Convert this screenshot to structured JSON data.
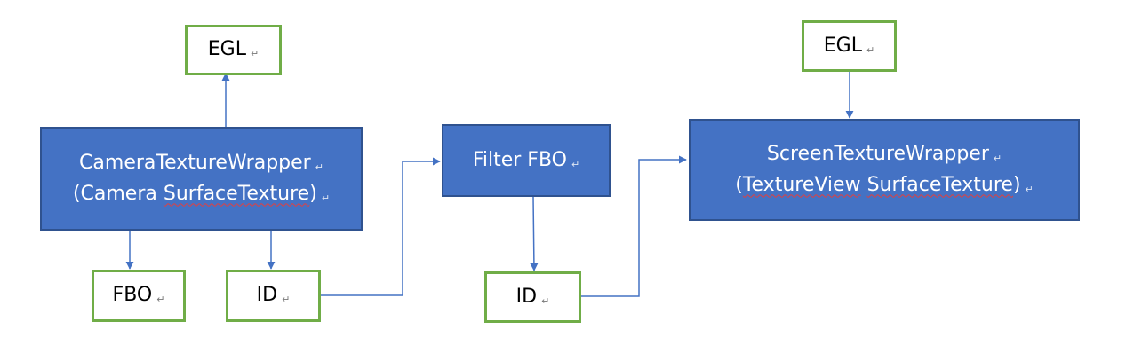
{
  "mark": "↵",
  "nodes": {
    "egl_left": {
      "label": "EGL"
    },
    "camera_wrapper": {
      "line1": "CameraTextureWrapper",
      "line2_open": "(Camera ",
      "line2_wavy": "SurfaceTexture",
      "line2_close": ")"
    },
    "fbo_left": {
      "label": "FBO"
    },
    "id_left": {
      "label": "ID"
    },
    "filter_fbo": {
      "label": "Filter FBO"
    },
    "id_mid": {
      "label": "ID"
    },
    "egl_right": {
      "label": "EGL"
    },
    "screen_wrapper": {
      "line1": "ScreenTextureWrapper",
      "line2_open": "(",
      "line2_wavy1": "TextureView",
      "line2_space": " ",
      "line2_wavy2": "SurfaceTexture",
      "line2_close": ")"
    }
  },
  "colors": {
    "node_fill": "#4472c4",
    "node_border": "#2f528f",
    "box_border": "#70ad47",
    "arrow": "#4472c4",
    "spellcheck": "#e04040"
  }
}
